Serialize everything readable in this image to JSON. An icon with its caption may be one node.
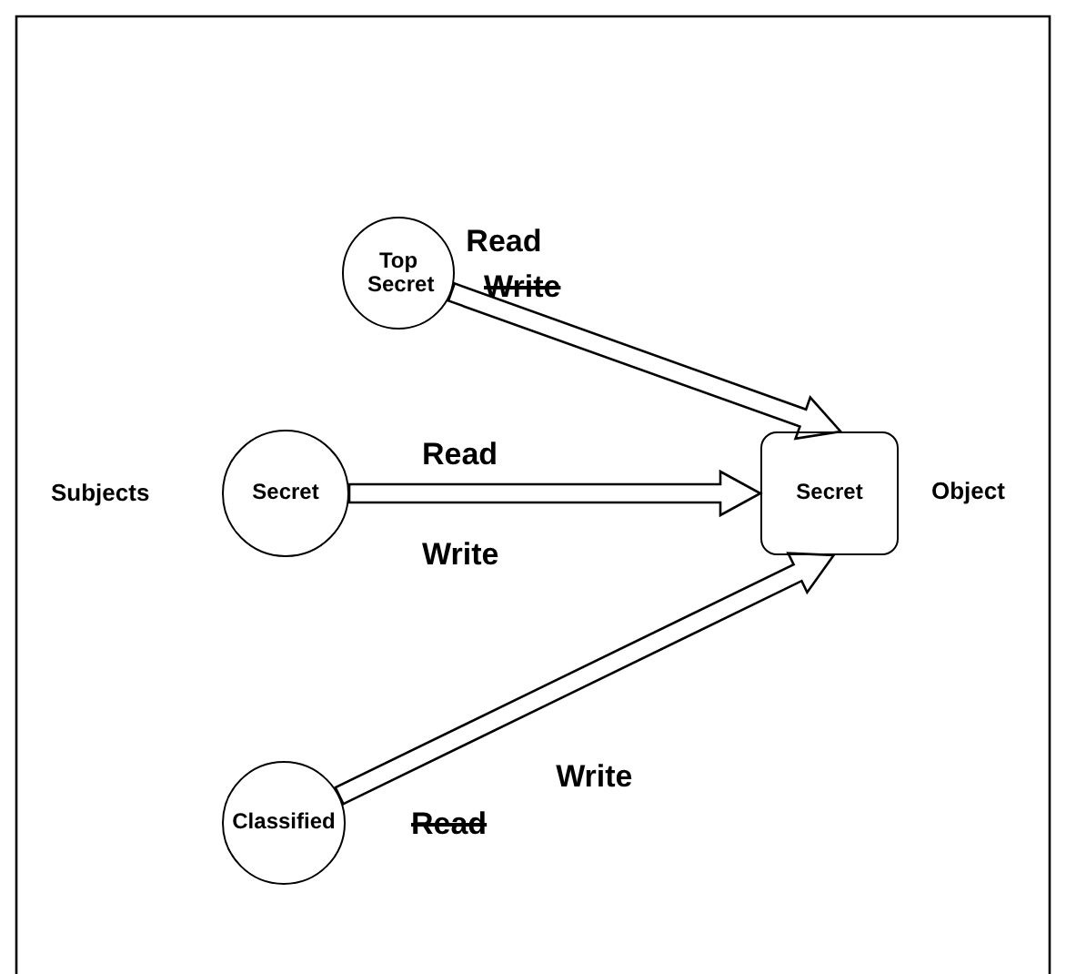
{
  "diagram": {
    "nodes": [
      {
        "text": [
          "Top Secret"
        ]
      },
      {
        "text": [
          "Secret"
        ],
        "beside": [
          "Subjects"
        ]
      },
      {
        "text": [
          "Classified"
        ]
      },
      {
        "text": [
          "Secret"
        ],
        "beside": [
          "Object"
        ]
      }
    ],
    "edges": [
      {
        "from": 0,
        "to": 3,
        "arrow": "to",
        "label": "Read"
      },
      {
        "from": 1,
        "to": 3,
        "arrow": "to",
        "label": "Read"
      },
      {
        "from": 2,
        "to": 3,
        "arrow": "to",
        "label": "Write"
      }
    ],
    "labels": [
      "Write",
      "Write",
      "Read"
    ]
  }
}
